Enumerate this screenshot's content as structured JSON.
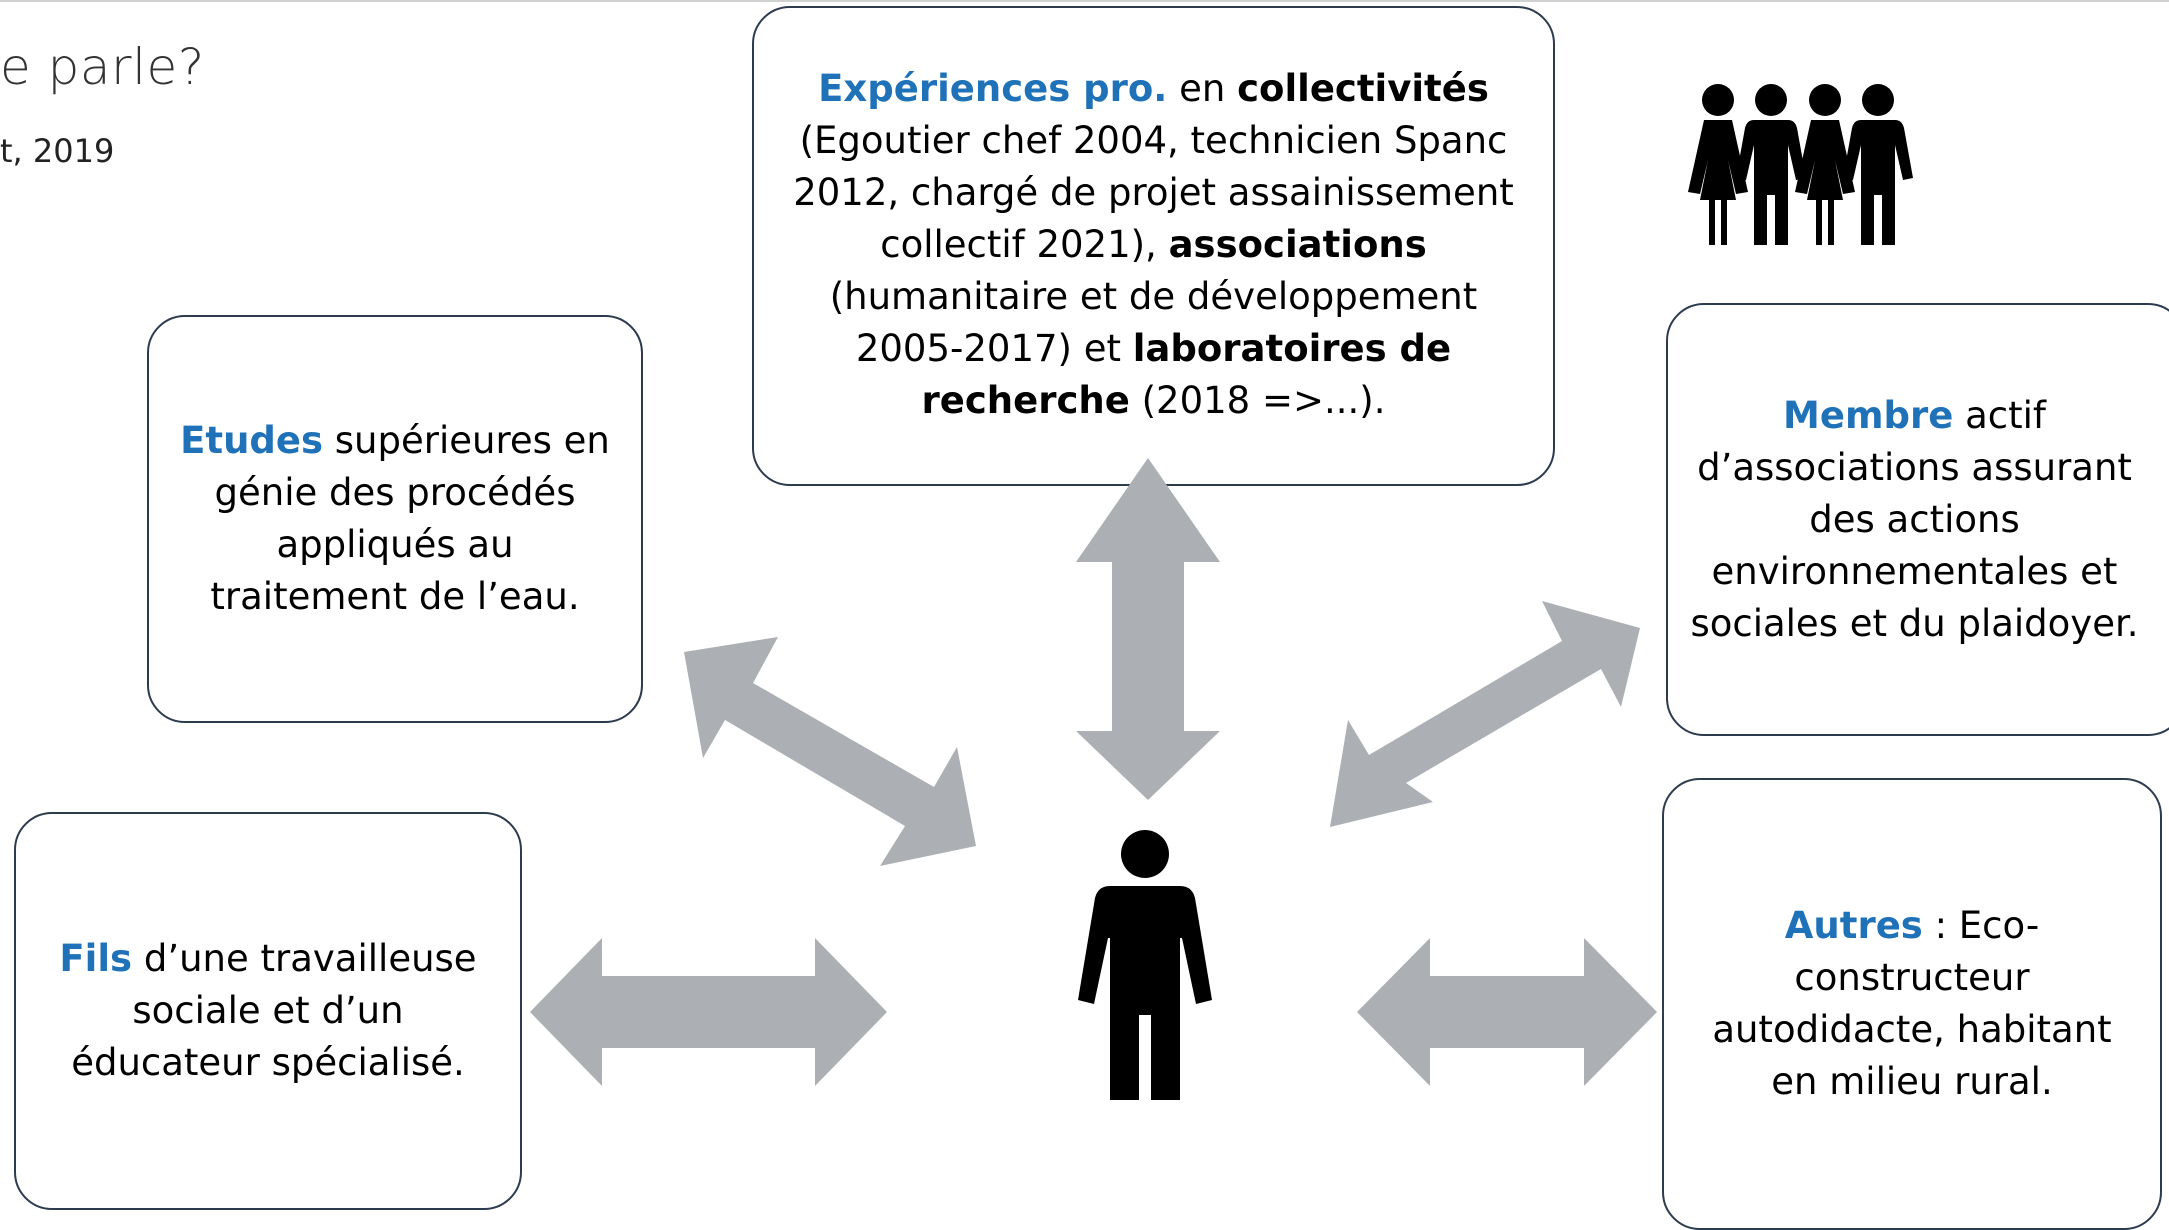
{
  "header": {
    "title": "e parle?",
    "subtitle": "t, 2019"
  },
  "colors": {
    "accent": "#1f72b8",
    "arrow": "#acafb3",
    "border": "#2d3b4f",
    "figure": "#000000"
  },
  "boxes": {
    "experiences": {
      "kw": "Expériences pro.",
      "t1": " en ",
      "b1": "collectivités",
      "t2": " (Egoutier chef 2004, technicien Spanc 2012, chargé de projet assainissement collectif 2021), ",
      "b2": "associations",
      "t3": " (humanitaire et de développement 2005-2017) et ",
      "b3": "laboratoires de recherche",
      "t4": " (2018 =>...)."
    },
    "etudes": {
      "kw": "Etudes",
      "text": " supérieures en génie des procédés appliqués au traitement de l’eau."
    },
    "membre": {
      "kw": "Membre",
      "text": " actif d’associations assurant des actions environnementales et sociales et du plaidoyer."
    },
    "fils": {
      "kw": "Fils",
      "text": " d’une travailleuse sociale et d’un éducateur spécialisé."
    },
    "autres": {
      "kw": "Autres",
      "text": " : Eco-constructeur autodidacte, habitant en milieu rural."
    }
  },
  "icons": {
    "center": "person-icon",
    "group": "group-of-people-icon"
  }
}
